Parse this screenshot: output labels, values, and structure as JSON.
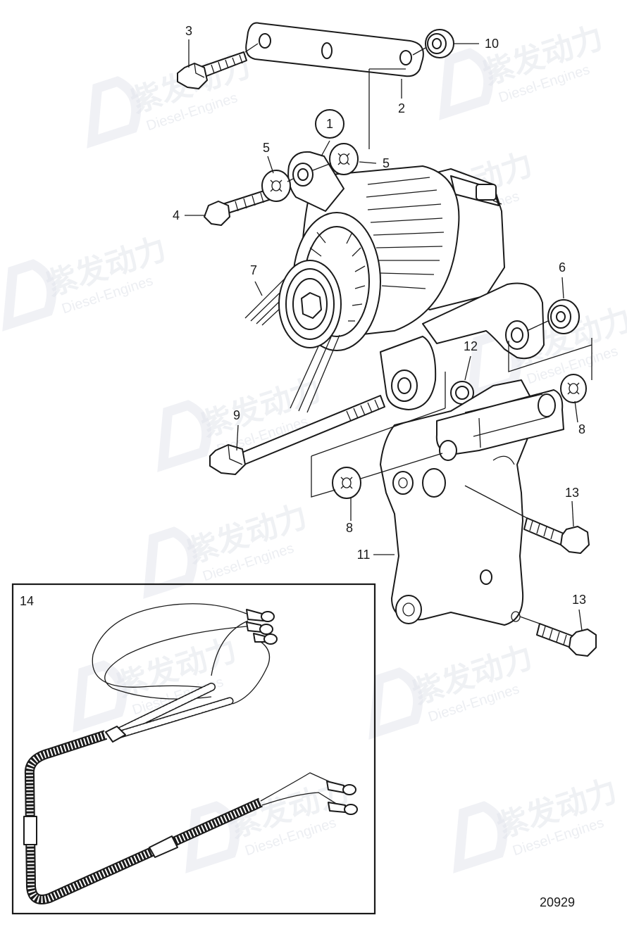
{
  "diagram": {
    "drawing_number": "20929",
    "inset_label": "14",
    "watermark": {
      "brand": "紫发动力",
      "subtitle": "Diesel-Engines"
    },
    "callouts": {
      "c1": "1",
      "c2": "2",
      "c3": "3",
      "c4": "4",
      "c5a": "5",
      "c5b": "5",
      "c6": "6",
      "c7": "7",
      "c8a": "8",
      "c8b": "8",
      "c9": "9",
      "c10": "10",
      "c11": "11",
      "c12": "12",
      "c13a": "13",
      "c13b": "13"
    },
    "colors": {
      "ink": "#1a1a1a",
      "watermark": "#e3e6ec",
      "background": "#ffffff"
    }
  }
}
